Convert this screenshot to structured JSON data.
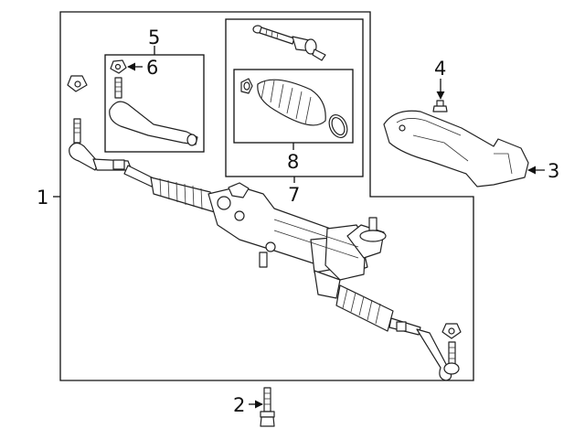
{
  "callouts": [
    {
      "id": "1",
      "text": "1"
    },
    {
      "id": "2",
      "text": "2"
    },
    {
      "id": "3",
      "text": "3"
    },
    {
      "id": "4",
      "text": "4"
    },
    {
      "id": "5",
      "text": "5"
    },
    {
      "id": "6",
      "text": "6"
    },
    {
      "id": "7",
      "text": "7"
    },
    {
      "id": "8",
      "text": "8"
    }
  ]
}
